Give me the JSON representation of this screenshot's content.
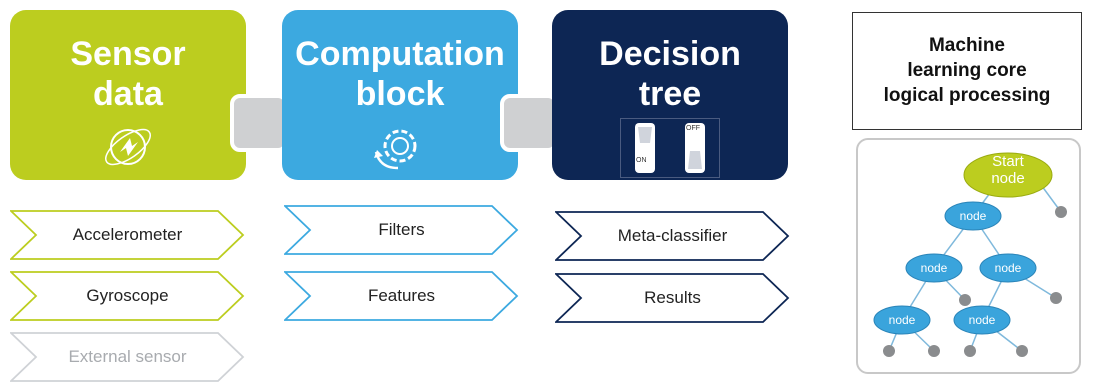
{
  "colors": {
    "sensor": "#bccd1f",
    "computation": "#3ca9e0",
    "decision": "#0d2654",
    "external": "#cfd2d6",
    "tree_node": "#3aa4dc",
    "start_node": "#bccd1f",
    "leaf": "#8a8c8e"
  },
  "blocks": {
    "sensor": {
      "title_line1": "Sensor",
      "title_line2": "data"
    },
    "computation": {
      "title_line1": "Computation",
      "title_line2": "block"
    },
    "decision": {
      "title_line1": "Decision",
      "title_line2": "tree",
      "switch_on": "ON",
      "switch_off": "OFF"
    }
  },
  "chevrons": {
    "accelerometer": "Accelerometer",
    "gyroscope": "Gyroscope",
    "external_sensor": "External sensor",
    "filters": "Filters",
    "features": "Features",
    "meta_classifier": "Meta-classifier",
    "results": "Results"
  },
  "ml_core": {
    "line1": "Machine",
    "line2": "learning core",
    "line3": "logical processing"
  },
  "tree": {
    "start_line1": "Start",
    "start_line2": "node",
    "node": "node"
  }
}
